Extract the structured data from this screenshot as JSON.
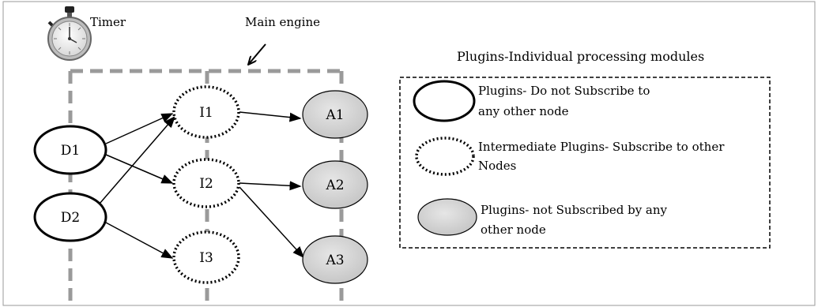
{
  "timer_label": "Timer",
  "main_engine_label": "Main engine",
  "legend": {
    "title": "Plugins-Individual processing modules",
    "items": [
      {
        "style": "solid",
        "lines": [
          "Plugins- Do not Subscribe to",
          "any other node"
        ]
      },
      {
        "style": "dotted",
        "lines": [
          "Intermediate Plugins- Subscribe to other",
          "Nodes"
        ]
      },
      {
        "style": "shaded",
        "lines": [
          "Plugins- not Subscribed by any",
          "other node"
        ]
      }
    ]
  },
  "nodes": {
    "D1": {
      "label": "D1",
      "style": "solid"
    },
    "D2": {
      "label": "D2",
      "style": "solid"
    },
    "I1": {
      "label": "I1",
      "style": "dotted"
    },
    "I2": {
      "label": "I2",
      "style": "dotted"
    },
    "I3": {
      "label": "I3",
      "style": "dotted"
    },
    "A1": {
      "label": "A1",
      "style": "shaded"
    },
    "A2": {
      "label": "A2",
      "style": "shaded"
    },
    "A3": {
      "label": "A3",
      "style": "shaded"
    }
  },
  "edges": [
    [
      "D1",
      "I1"
    ],
    [
      "D1",
      "I2"
    ],
    [
      "D2",
      "I1"
    ],
    [
      "D2",
      "I3"
    ],
    [
      "I1",
      "A1"
    ],
    [
      "I2",
      "A2"
    ],
    [
      "I2",
      "A3"
    ]
  ],
  "colors": {
    "bus": "#9a9a9a",
    "shaded_fill": "#cfcfcf",
    "line": "#000000"
  }
}
